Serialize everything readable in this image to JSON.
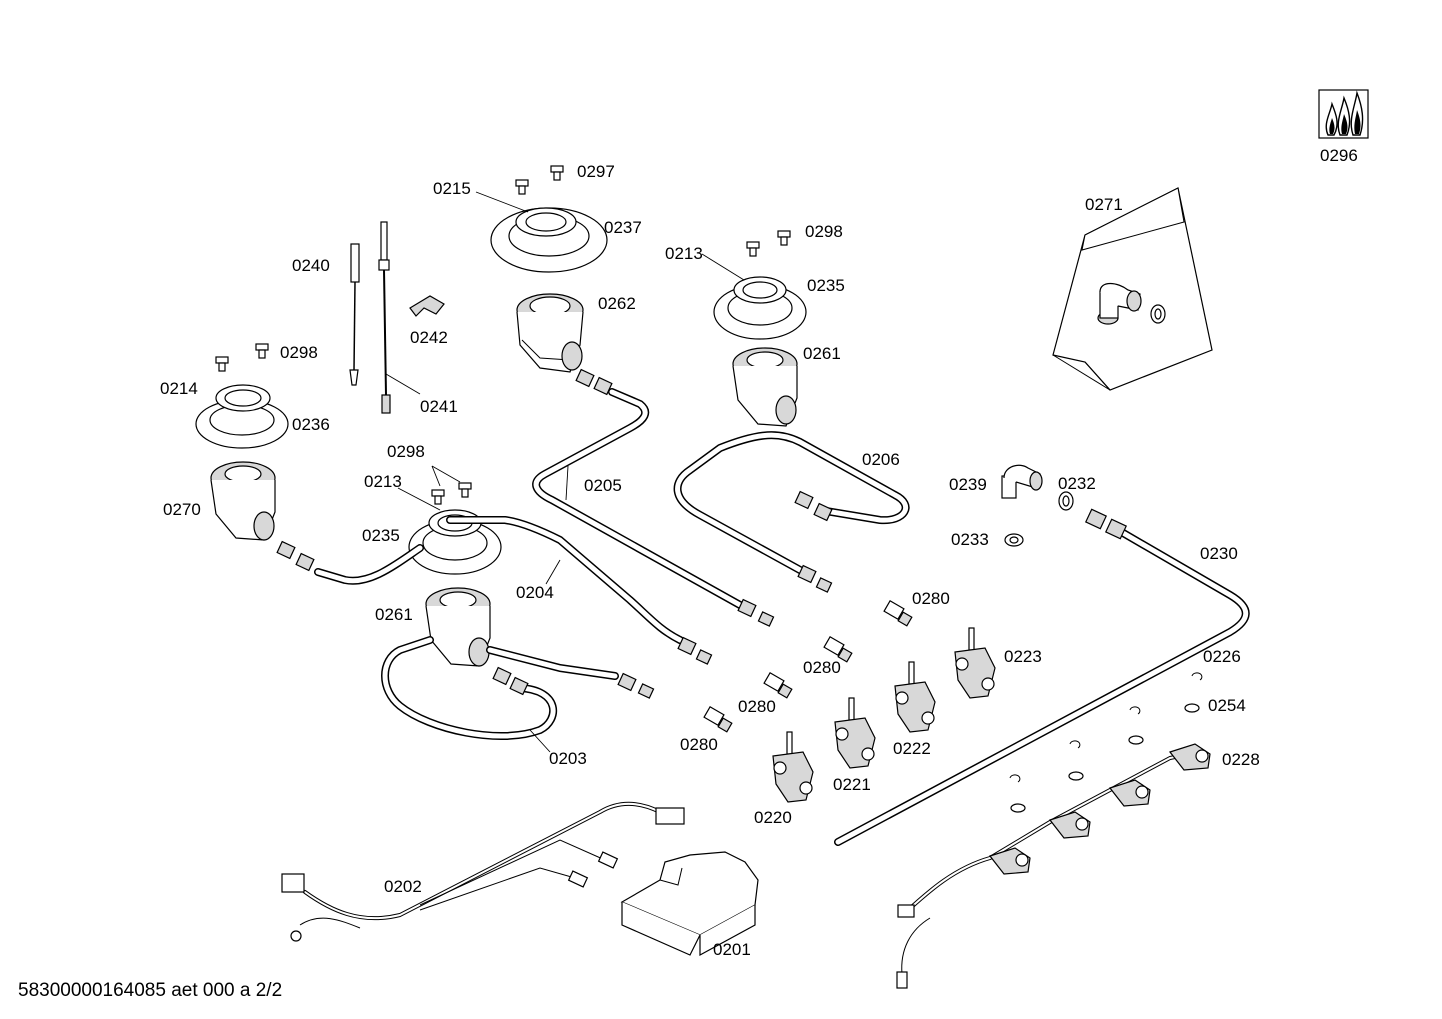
{
  "drawing": {
    "footer": "58300000164085 aet 000 a 2/2",
    "labels": {
      "l0296": "0296",
      "l0271": "0271",
      "l0215": "0215",
      "l0297": "0297",
      "l0237": "0237",
      "l0262": "0262",
      "l0240": "0240",
      "l0242": "0242",
      "l0241": "0241",
      "l0213a": "0213",
      "l0298a": "0298",
      "l0235a": "0235",
      "l0261a": "0261",
      "l0214": "0214",
      "l0298b": "0298",
      "l0236": "0236",
      "l0270": "0270",
      "l0298c": "0298",
      "l0213b": "0213",
      "l0235b": "0235",
      "l0205": "0205",
      "l0206": "0206",
      "l0261b": "0261",
      "l0204": "0204",
      "l0203": "0203",
      "l0239": "0239",
      "l0232": "0232",
      "l0233": "0233",
      "l0230": "0230",
      "l0280a": "0280",
      "l0280b": "0280",
      "l0280c": "0280",
      "l0280d": "0280",
      "l0223": "0223",
      "l0226": "0226",
      "l0254": "0254",
      "l0222": "0222",
      "l0221": "0221",
      "l0220": "0220",
      "l0228": "0228",
      "l0202": "0202",
      "l0201": "0201"
    },
    "icons": {
      "logo": "gas-flames-icon"
    }
  }
}
